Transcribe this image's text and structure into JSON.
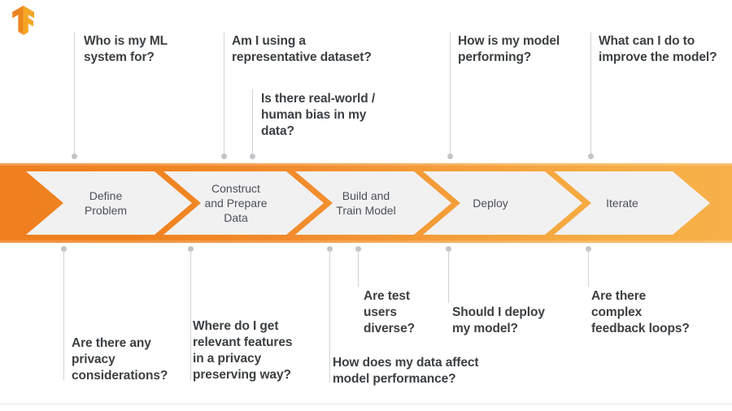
{
  "brand": {
    "logo": "tensorflow-logo",
    "accent": "#f0801f",
    "accent_light": "#f7b04a"
  },
  "theme": {
    "bar_gradient_from": "#f0801f",
    "bar_gradient_to": "#f7b04a",
    "chevron_fill": "#f1f1f2",
    "connector_color": "#d2d3d5",
    "dot_color": "#c3c5c8",
    "question_text_color": "#3c4043",
    "step_text_color": "#4c5055"
  },
  "pipeline": {
    "steps": [
      {
        "id": "define-problem",
        "label": "Define\nProblem"
      },
      {
        "id": "construct-prepare-data",
        "label": "Construct\nand Prepare\nData"
      },
      {
        "id": "build-train-model",
        "label": "Build and\nTrain Model"
      },
      {
        "id": "deploy",
        "label": "Deploy"
      },
      {
        "id": "iterate",
        "label": "Iterate"
      }
    ]
  },
  "questions_above": [
    {
      "id": "who-is-my-ml-system-for",
      "text": "Who is my ML\nsystem for?"
    },
    {
      "id": "representative-dataset",
      "text": "Am I using a\nrepresentative dataset?"
    },
    {
      "id": "real-world-human-bias",
      "text": "Is there real-world /\nhuman bias in my\ndata?"
    },
    {
      "id": "how-is-my-model-performing",
      "text": "How is my model\nperforming?"
    },
    {
      "id": "improve-the-model",
      "text": "What can I do to\nimprove the model?"
    }
  ],
  "questions_below": [
    {
      "id": "privacy-considerations",
      "text": "Are there any\nprivacy\nconsiderations?"
    },
    {
      "id": "relevant-features-privacy",
      "text": "Where do I get\nrelevant features\nin a privacy\npreserving way?"
    },
    {
      "id": "data-affect-model-performance",
      "text": "How does my data affect\nmodel performance?"
    },
    {
      "id": "test-users-diverse",
      "text": "Are test\nusers\ndiverse?"
    },
    {
      "id": "should-i-deploy-my-model",
      "text": "Should I deploy\nmy model?"
    },
    {
      "id": "complex-feedback-loops",
      "text": "Are there\ncomplex\nfeedback loops?"
    }
  ]
}
